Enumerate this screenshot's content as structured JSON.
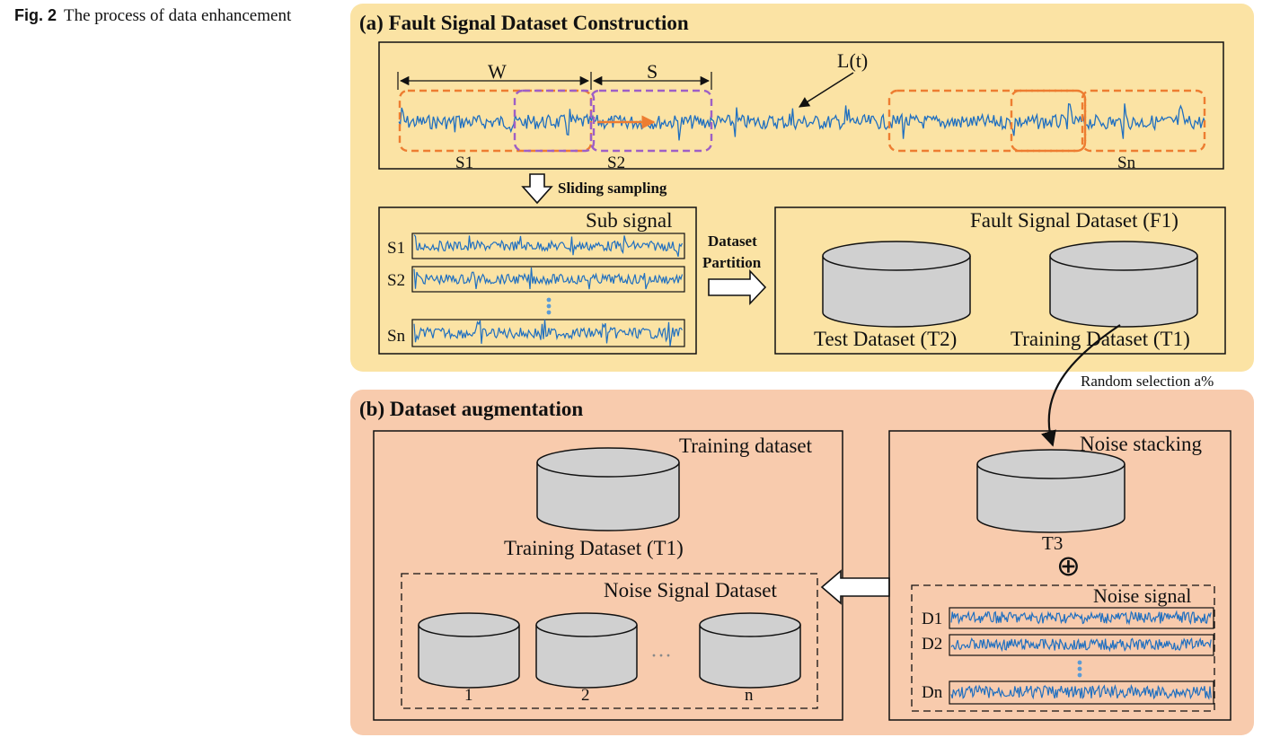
{
  "caption": {
    "fig_label": "Fig. 2",
    "text": "The process of data enhancement"
  },
  "panel_a": {
    "title": "(a) Fault Signal Dataset Construction",
    "signal_label": "L(t)",
    "window_label": "W",
    "step_label": "S",
    "segment_labels": [
      "S1",
      "S2",
      "Sn"
    ],
    "sliding_label": "Sliding sampling",
    "sub_signal_title": "Sub signal",
    "sub_rows": [
      "S1",
      "S2",
      "Sn"
    ],
    "partition_label_1": "Dataset",
    "partition_label_2": "Partition",
    "dataset_title": "Fault Signal Dataset (F1)",
    "test_label": "Test  Dataset (T2)",
    "train_label": "Training  Dataset (T1)"
  },
  "random_selection": "Random selection a%",
  "panel_b": {
    "title": "(b) Dataset augmentation",
    "training_box_title": "Training dataset",
    "training_label": "Training  Dataset (T1)",
    "noise_dataset_title": "Noise Signal Dataset",
    "noise_db_labels": [
      "1",
      "2",
      "n"
    ],
    "ellipsis": "···",
    "noise_stacking_title": "Noise stacking",
    "t3_label": "T3",
    "plus_symbol": "⊕",
    "noise_signal_title": "Noise signal",
    "noise_rows": [
      "D1",
      "D2",
      "Dn"
    ]
  },
  "colors": {
    "panel_a_bg": "#FBE3A4",
    "panel_b_bg": "#F8CBAD",
    "signal": "#1F6FC0",
    "orange_dash": "#ED7D31",
    "purple_dash": "#9E5FC6",
    "cylinder": "#D0D0D0",
    "dots": "#5B9BD5"
  }
}
